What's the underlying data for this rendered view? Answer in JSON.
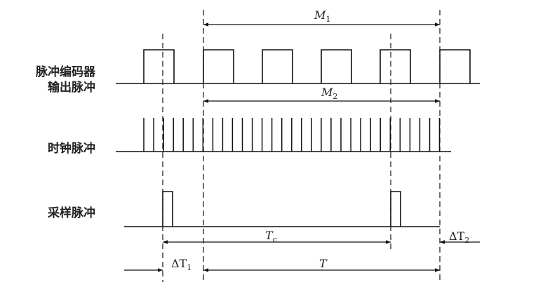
{
  "labels": {
    "encoder_line1": "脉冲编码器",
    "encoder_line2": "输出脉冲",
    "clock": "时钟脉冲",
    "sample": "采样脉冲"
  },
  "dimensions": {
    "M1": {
      "base": "M",
      "sub": "1"
    },
    "M2": {
      "base": "M",
      "sub": "2"
    },
    "Tc": {
      "base": "T",
      "sub": "c"
    },
    "T": {
      "base": "T",
      "sub": ""
    },
    "dT1": {
      "base": "ΔT",
      "sub": "1"
    },
    "dT2": {
      "base": "ΔT",
      "sub": "2"
    }
  },
  "colors": {
    "line": "#111111",
    "background": "#ffffff"
  }
}
